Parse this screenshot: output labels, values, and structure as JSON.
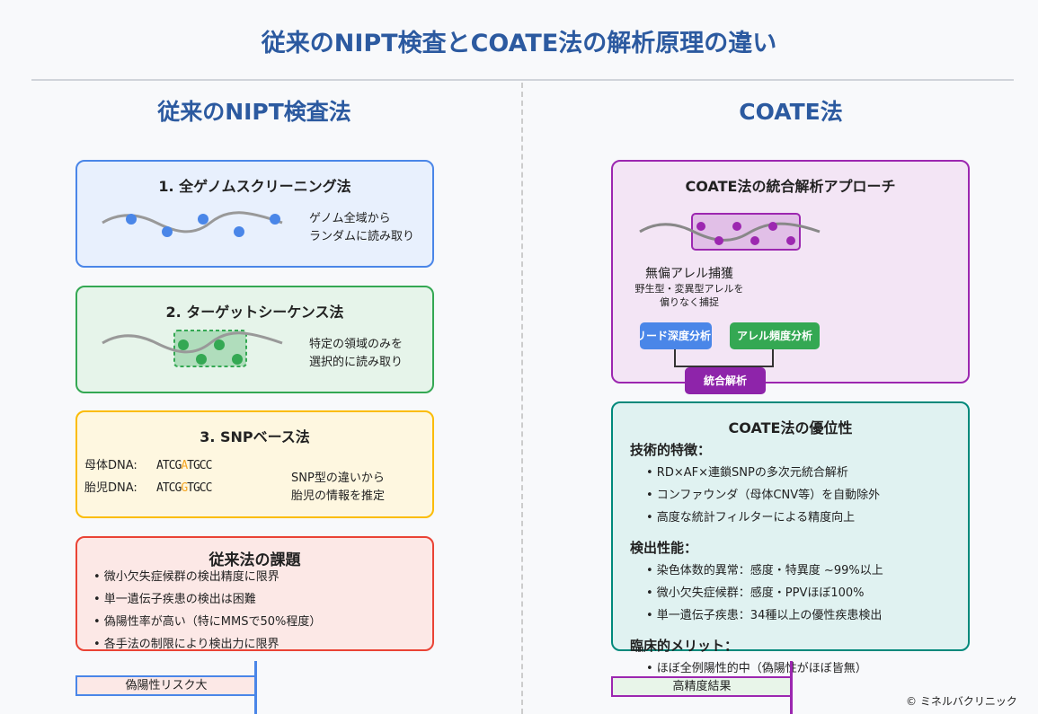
{
  "title": "従来のNIPT検査とCOATE法の解析原理の違い",
  "left": {
    "heading": "従来のNIPT検査法",
    "box1": {
      "title": "1. 全ゲノムスクリーニング法",
      "desc": [
        "ゲノム全域から",
        "ランダムに読み取り"
      ]
    },
    "box2": {
      "title": "2. ターゲットシーケンス法",
      "desc": [
        "特定の領域のみを",
        "選択的に読み取り"
      ]
    },
    "box3": {
      "title": "3. SNPベース法",
      "maternal_label": "母体DNA:",
      "maternal_seq": [
        "ATCG",
        "A",
        "TGCC"
      ],
      "fetal_label": "胎児DNA:",
      "fetal_seq": [
        "ATCG",
        "G",
        "TGCC"
      ],
      "desc": [
        "SNP型の違いから",
        "胎児の情報を推定"
      ]
    },
    "box4": {
      "title": "従来法の課題",
      "items": [
        "• 微小欠失症候群の検出精度に限界",
        "• 単一遺伝子疾患の検出は困難",
        "• 偽陽性率が高い（特にMMSで50%程度）",
        "• 各手法の制限により検出力に限界"
      ]
    },
    "result": "偽陽性リスク大"
  },
  "right": {
    "heading": "COATE法",
    "box1": {
      "title": "COATE法の統合解析アプローチ",
      "capture_title": "無偏アレル捕獲",
      "capture_desc": [
        "野生型・変異型アレルを",
        "偏りなく捕捉"
      ],
      "rd": "リード深度分析",
      "af": "アレル頻度分析",
      "integrated": "統合解析"
    },
    "box2": {
      "title": "COATE法の優位性",
      "sections": [
        {
          "heading": "技術的特徴：",
          "items": [
            "• RD×AF×連鎖SNPの多次元統合解析",
            "• コンファウンダ（母体CNV等）を自動除外",
            "• 高度な統計フィルターによる精度向上"
          ]
        },
        {
          "heading": "検出性能：",
          "items": [
            "• 染色体数的異常：感度・特異度 ~99%以上",
            "• 微小欠失症候群：感度・PPVほぼ100%",
            "• 単一遺伝子疾患：34種以上の優性疾患検出"
          ]
        },
        {
          "heading": "臨床的メリット：",
          "items": [
            "• ほぼ全例陽性的中（偽陽性がほぼ皆無）"
          ]
        }
      ]
    },
    "result": "高精度結果"
  },
  "copyright": "© ミネルバクリニック",
  "colors": {
    "blue": "#4a86e8",
    "green": "#34a853",
    "yellow": "#fbbc04",
    "red": "#ea4335",
    "purple": "#9c27b0",
    "teal": "#00897b",
    "title": "#2c5aa0"
  }
}
